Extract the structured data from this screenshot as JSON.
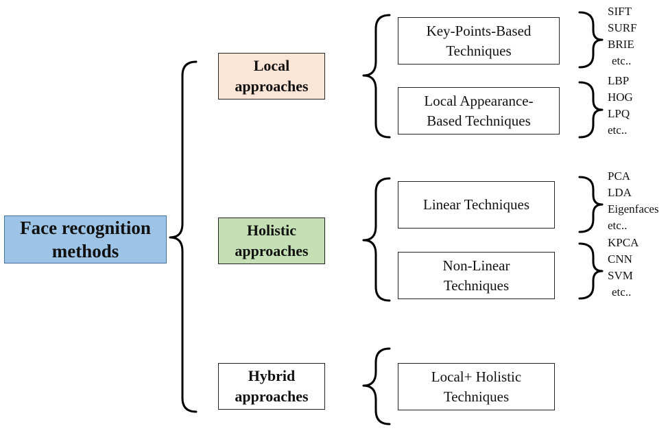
{
  "root": {
    "label": "Face recognition\nmethods",
    "color": "#9dc3e6"
  },
  "categories": [
    {
      "label": "Local\napproaches",
      "color": "#fbe5d6",
      "techniques": [
        {
          "label": "Key-Points-Based\nTechniques",
          "examples": [
            "SIFT",
            "SURF",
            "BRIE",
            "etc.."
          ]
        },
        {
          "label": "Local Appearance-\nBased Techniques",
          "examples": [
            "LBP",
            "HOG",
            "LPQ",
            "etc.."
          ]
        }
      ]
    },
    {
      "label": "Holistic\napproaches",
      "color": "#c5e0b4",
      "techniques": [
        {
          "label": "Linear Techniques",
          "examples": [
            "PCA",
            "LDA",
            "Eigenfaces",
            "etc.."
          ]
        },
        {
          "label": "Non-Linear\nTechniques",
          "examples": [
            "KPCA",
            "CNN",
            "SVM",
            "etc.."
          ]
        }
      ]
    },
    {
      "label": "Hybrid\napproaches",
      "color": "#ffffff",
      "techniques": [
        {
          "label": "Local+ Holistic\nTechniques",
          "examples": []
        }
      ]
    }
  ]
}
